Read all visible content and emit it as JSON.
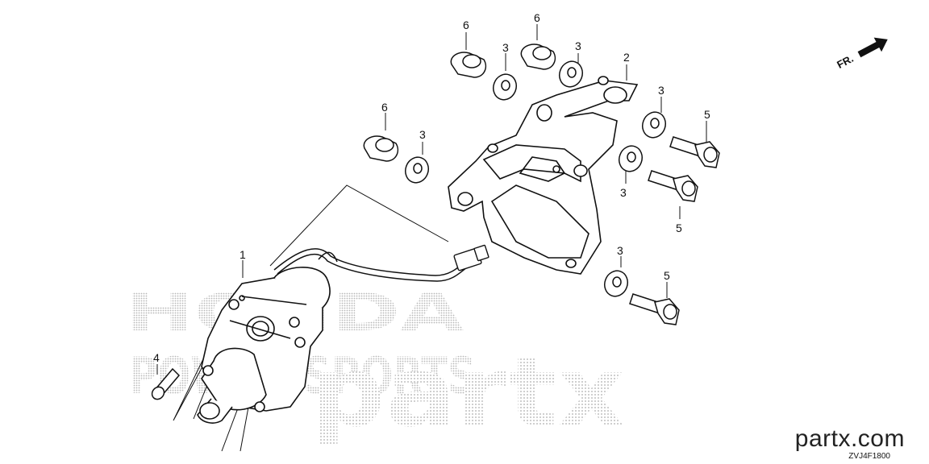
{
  "watermark": {
    "line1": "HONDA",
    "line2": "POWER SPORTS",
    "line3": "partx"
  },
  "front_indicator": "FR.",
  "callouts": {
    "motor": "1",
    "bracket": "2",
    "washer": "3",
    "bolt_small": "4",
    "bolt": "5",
    "collar": "6"
  },
  "footer": {
    "brand": "partx.com",
    "diagram_code": "ZVJ4F1800"
  }
}
